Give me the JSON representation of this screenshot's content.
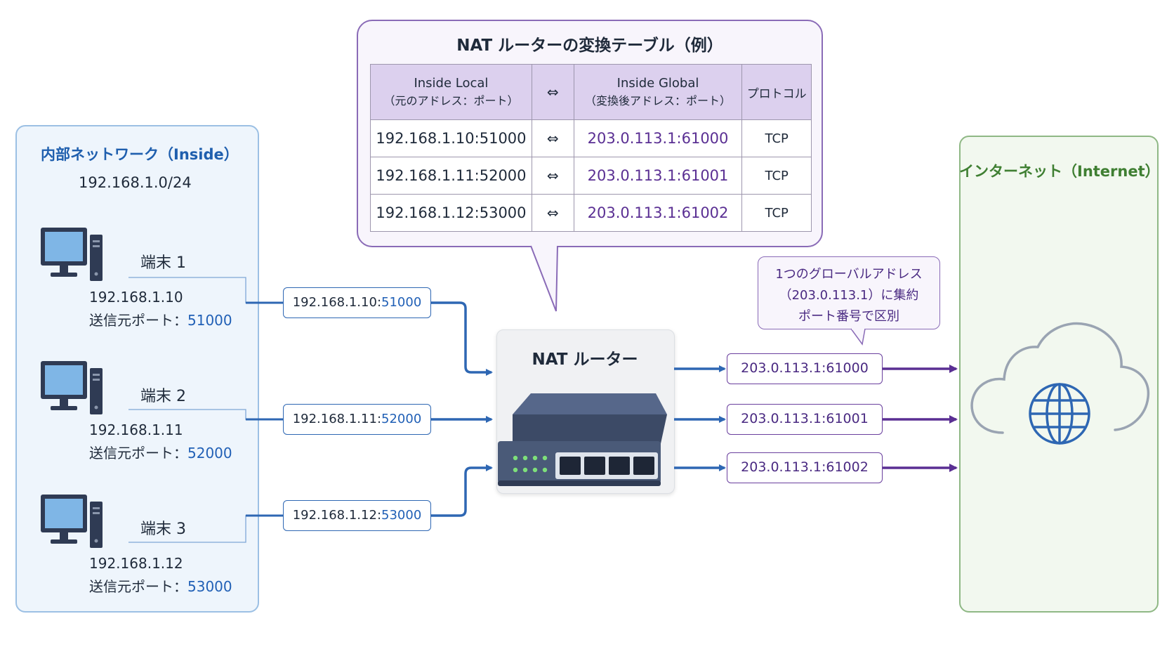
{
  "inside": {
    "title": "内部ネットワーク（Inside）",
    "subnet": "192.168.1.0/24",
    "terminals": [
      {
        "label": "端末 1",
        "ip": "192.168.1.10",
        "port_label": "送信元ポート：",
        "port": "51000",
        "packet_ip": "192.168.1.10:",
        "packet_port": "51000"
      },
      {
        "label": "端末 2",
        "ip": "192.168.1.11",
        "port_label": "送信元ポート：",
        "port": "52000",
        "packet_ip": "192.168.1.11:",
        "packet_port": "52000"
      },
      {
        "label": "端末 3",
        "ip": "192.168.1.12",
        "port_label": "送信元ポート：",
        "port": "53000",
        "packet_ip": "192.168.1.12:",
        "packet_port": "53000"
      }
    ]
  },
  "router": {
    "title": "NAT ルーター"
  },
  "nat_table": {
    "title": "NAT ルーターの変換テーブル（例）",
    "headers": {
      "local": "Inside Local",
      "local_sub": "（元のアドレス：ポート）",
      "arrow": "⇔",
      "global": "Inside Global",
      "global_sub": "（変換後アドレス：ポート）",
      "protocol": "プロトコル"
    },
    "rows": [
      {
        "local": "192.168.1.10:51000",
        "arrow": "⇔",
        "global": "203.0.113.1:61000",
        "protocol": "TCP"
      },
      {
        "local": "192.168.1.11:52000",
        "arrow": "⇔",
        "global": "203.0.113.1:61001",
        "protocol": "TCP"
      },
      {
        "local": "192.168.1.12:53000",
        "arrow": "⇔",
        "global": "203.0.113.1:61002",
        "protocol": "TCP"
      }
    ]
  },
  "translated": [
    "203.0.113.1:61000",
    "203.0.113.1:61001",
    "203.0.113.1:61002"
  ],
  "note": {
    "line1": "1つのグローバルアドレス",
    "line2": "（203.0.113.1）に集約",
    "line3": "ポート番号で区別"
  },
  "internet": {
    "title": "インターネット（Internet）"
  },
  "colors": {
    "inside_accent": "#2e67b3",
    "outside_accent": "#6a3f9e",
    "internet_accent": "#3f7f32",
    "router_body": "#4a5a78"
  }
}
